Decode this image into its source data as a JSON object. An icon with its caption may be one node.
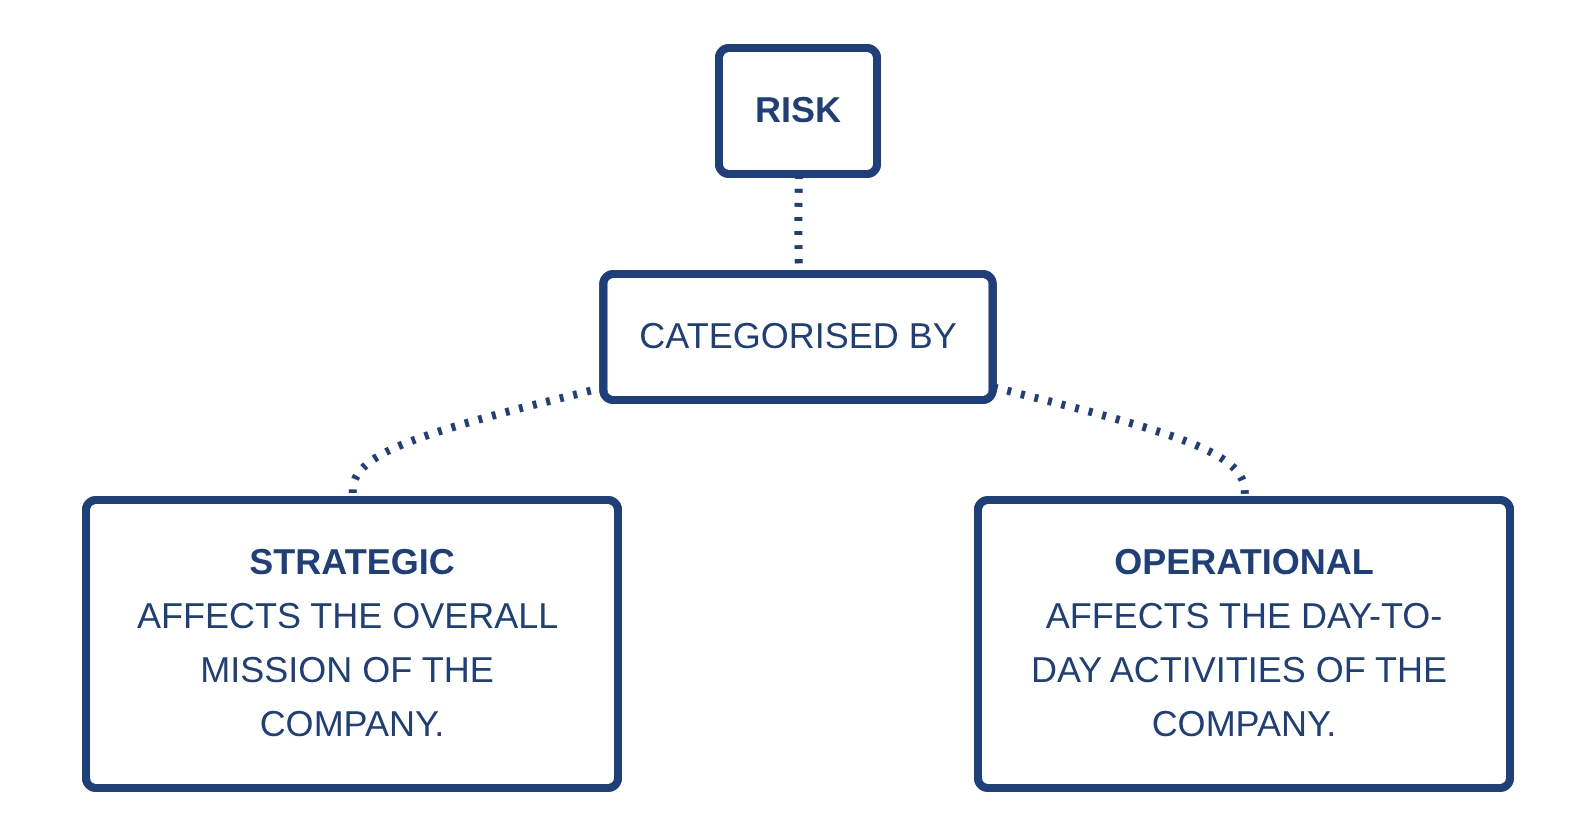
{
  "diagram": {
    "nodes": [
      {
        "text": [
          "RISK"
        ]
      },
      {
        "text": [
          "CATEGORISED BY"
        ]
      },
      {
        "text": [
          "STRATEGIC",
          "AFFECTS THE OVERALL MISSION OF THE COMPANY."
        ]
      },
      {
        "text": [
          "OPERATIONAL",
          "AFFECTS THE DAY-TO-DAY ACTIVITIES OF THE COMPANY."
        ]
      }
    ],
    "edges": [
      {
        "from": 0,
        "to": 1,
        "arrow": "none",
        "style": "dashed"
      },
      {
        "from": 1,
        "to": 2,
        "arrow": "none",
        "style": "dashed"
      },
      {
        "from": 1,
        "to": 3,
        "arrow": "none",
        "style": "dashed"
      }
    ]
  }
}
